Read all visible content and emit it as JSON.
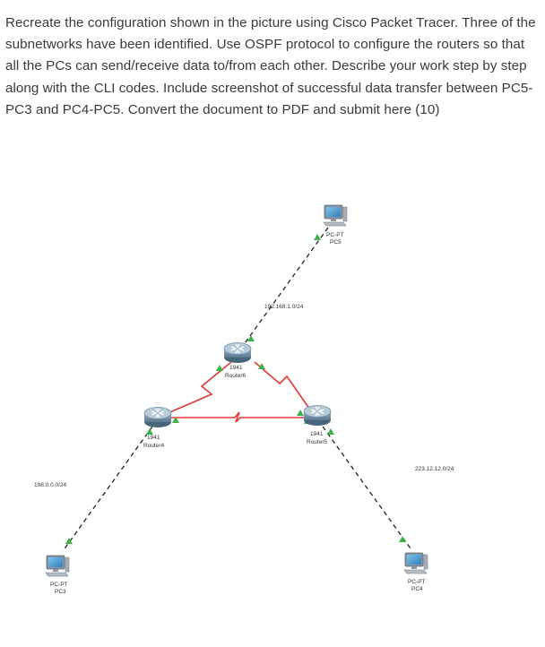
{
  "question": "Recreate the configuration shown in the picture using Cisco Packet Tracer. Three of the subnetworks have been identified. Use OSPF protocol to configure the routers so that all the PCs can send/receive data to/from each other. Describe your work step by step along with the CLI codes. Include screenshot of successful data transfer between PC5-PC3 and PC4-PC5. Convert the document to PDF and submit here (10)",
  "network": {
    "subnets": {
      "top": "192.168.1.0/24",
      "left": "198.0.0.0/24",
      "right": "223.12.12.0/24"
    },
    "routers": {
      "r6": {
        "model": "1941",
        "name": "Router6"
      },
      "r4": {
        "model": "1941",
        "name": "Router4"
      },
      "r5": {
        "model": "1941",
        "name": "Router5"
      }
    },
    "pcs": {
      "pc5": {
        "type": "PC-PT",
        "name": "PC5"
      },
      "pc3": {
        "type": "PC-PT",
        "name": "PC3"
      },
      "pc4": {
        "type": "PC-PT",
        "name": "PC4"
      }
    },
    "colors": {
      "serial_link": "#e53935",
      "ethernet_link": "#222222",
      "link_up": "#3cb34a",
      "router_body": "#6f8fa8",
      "pc_screen": "#3f8fc8"
    }
  }
}
